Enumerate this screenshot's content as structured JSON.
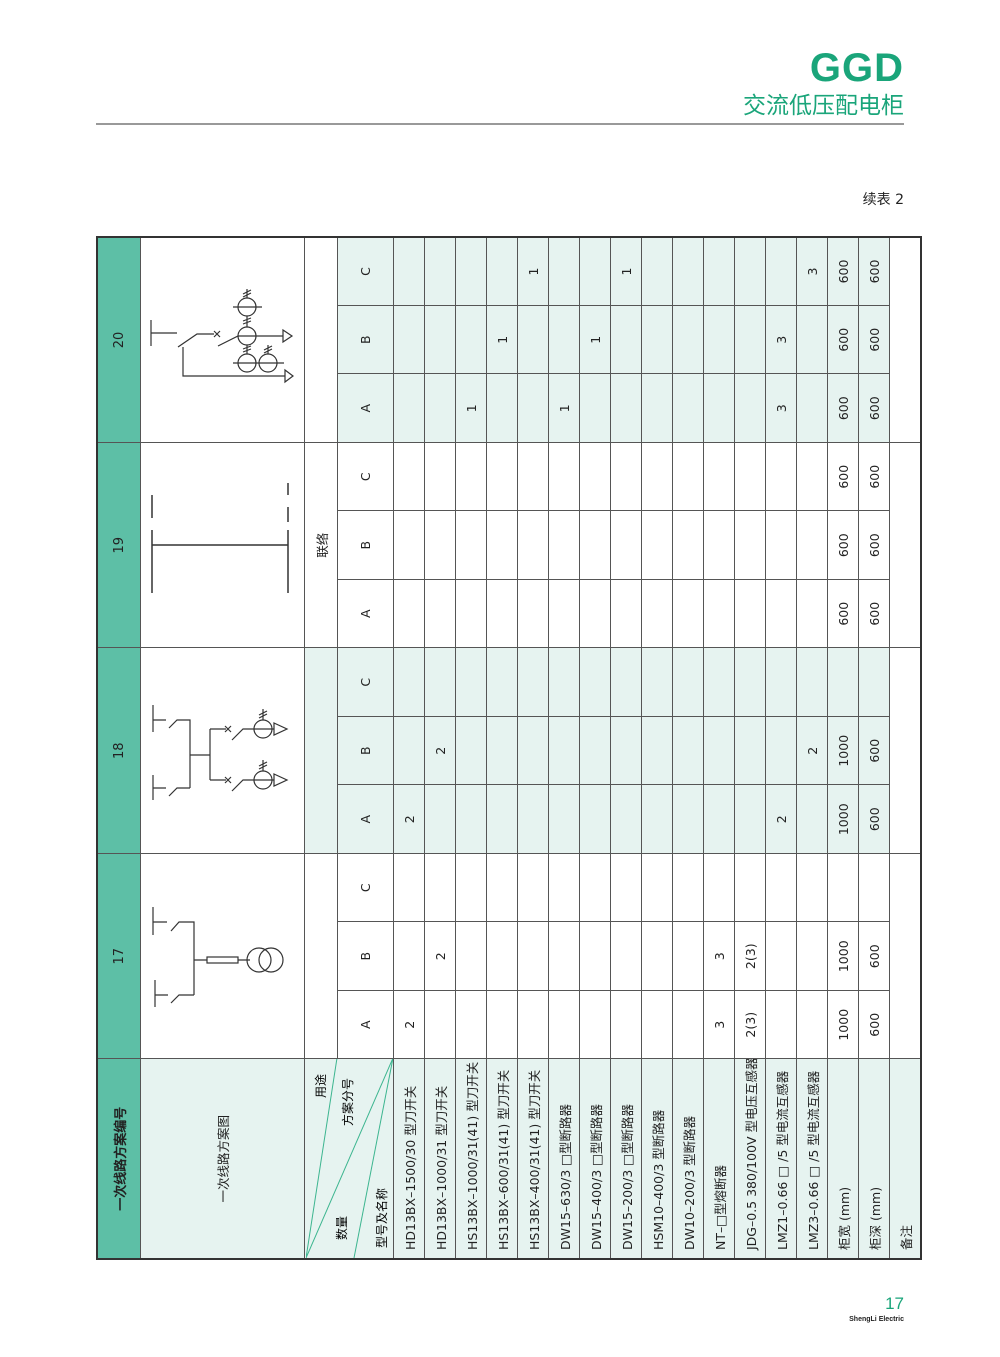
{
  "header": {
    "brand": "GGD",
    "subtitle": "交流低压配电柜"
  },
  "caption": "续表 2",
  "table": {
    "title_label": "一次线路方案编号",
    "diagram_label": "一次线路方案图",
    "corner": {
      "usage": "用途",
      "scheme_sub": "方案分号",
      "quantity": "数量",
      "model": "型号及名称"
    },
    "schemes": [
      {
        "number": "17",
        "usage": "",
        "subs": [
          "A",
          "B",
          "C"
        ]
      },
      {
        "number": "18",
        "usage": "",
        "subs": [
          "A",
          "B",
          "C"
        ]
      },
      {
        "number": "19",
        "usage": "联络",
        "subs": [
          "A",
          "B",
          "C"
        ]
      },
      {
        "number": "20",
        "usage": "",
        "subs": [
          "A",
          "B",
          "C"
        ]
      }
    ],
    "rows": [
      {
        "label": "HD13BX–1500/30 型刀开关",
        "values": [
          "2",
          "",
          "",
          "2",
          "",
          "",
          "",
          "",
          "",
          "",
          "",
          ""
        ]
      },
      {
        "label": "HD13BX–1000/31 型刀开关",
        "values": [
          "",
          "2",
          "",
          "",
          "2",
          "",
          "",
          "",
          "",
          "",
          "",
          ""
        ]
      },
      {
        "label": "HS13BX–1000/31(41) 型刀开关",
        "values": [
          "",
          "",
          "",
          "",
          "",
          "",
          "",
          "",
          "",
          "1",
          "",
          ""
        ]
      },
      {
        "label": "HS13BX–600/31(41) 型刀开关",
        "values": [
          "",
          "",
          "",
          "",
          "",
          "",
          "",
          "",
          "",
          "",
          "1",
          ""
        ]
      },
      {
        "label": "HS13BX–400/31(41) 型刀开关",
        "values": [
          "",
          "",
          "",
          "",
          "",
          "",
          "",
          "",
          "",
          "",
          "",
          "1"
        ]
      },
      {
        "label": "DW15–630/3 □型断路器",
        "values": [
          "",
          "",
          "",
          "",
          "",
          "",
          "",
          "",
          "",
          "1",
          "",
          ""
        ]
      },
      {
        "label": "DW15–400/3 □型断路器",
        "values": [
          "",
          "",
          "",
          "",
          "",
          "",
          "",
          "",
          "",
          "",
          "1",
          ""
        ]
      },
      {
        "label": "DW15–200/3 □型断路器",
        "values": [
          "",
          "",
          "",
          "",
          "",
          "",
          "",
          "",
          "",
          "",
          "",
          "1"
        ]
      },
      {
        "label": "HSM10–400/3 型断路器",
        "values": [
          "",
          "",
          "",
          "",
          "",
          "",
          "",
          "",
          "",
          "",
          "",
          ""
        ]
      },
      {
        "label": "DW10–200/3 型断路器",
        "values": [
          "",
          "",
          "",
          "",
          "",
          "",
          "",
          "",
          "",
          "",
          "",
          ""
        ]
      },
      {
        "label": "NT–□型熔断器",
        "values": [
          "3",
          "3",
          "",
          "",
          "",
          "",
          "",
          "",
          "",
          "",
          "",
          ""
        ]
      },
      {
        "label": "JDG–0.5 380/100V 型电压互感器",
        "values": [
          "2(3)",
          "2(3)",
          "",
          "",
          "",
          "",
          "",
          "",
          "",
          "",
          "",
          ""
        ]
      },
      {
        "label": "LMZ1–0.66 □ /5 型电流互感器",
        "values": [
          "",
          "",
          "",
          "2",
          "",
          "",
          "",
          "",
          "",
          "3",
          "3",
          ""
        ]
      },
      {
        "label": "LMZ3–0.66 □ /5 型电流互感器",
        "values": [
          "",
          "",
          "",
          "",
          "2",
          "",
          "",
          "",
          "",
          "",
          "",
          "3"
        ]
      },
      {
        "label": "柜宽 (mm)",
        "values": [
          "1000",
          "1000",
          "",
          "1000",
          "1000",
          "",
          "600",
          "600",
          "600",
          "600",
          "600",
          "600"
        ]
      },
      {
        "label": "柜深 (mm)",
        "values": [
          "600",
          "600",
          "",
          "600",
          "600",
          "",
          "600",
          "600",
          "600",
          "600",
          "600",
          "600"
        ]
      }
    ],
    "remarks_label": "备注"
  },
  "footer": {
    "page": "17",
    "company": "ShengLi Electric"
  },
  "colors": {
    "brand_green": "#1aa57a",
    "header_teal": "#5dbfa6",
    "shade": "#e6f3f0"
  }
}
